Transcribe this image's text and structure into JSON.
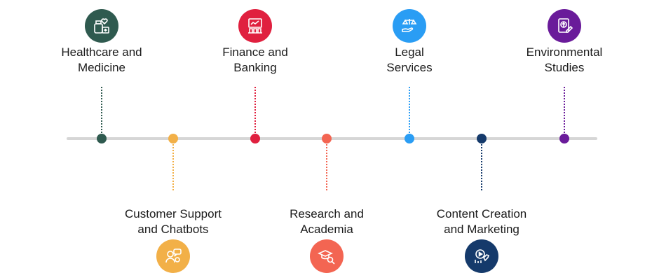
{
  "items": [
    {
      "line1": "Healthcare and",
      "line2": "Medicine",
      "color": "#2f5a4f",
      "icon": "medicine-icon"
    },
    {
      "line1": "Customer Support",
      "line2": "and Chatbots",
      "color": "#f2b048",
      "icon": "chatbot-icon"
    },
    {
      "line1": "Finance and",
      "line2": "Banking",
      "color": "#e0203f",
      "icon": "finance-icon"
    },
    {
      "line1": "Research and",
      "line2": "Academia",
      "color": "#f36552",
      "icon": "research-icon"
    },
    {
      "line1": "Legal",
      "line2": "Services",
      "color": "#2a9df4",
      "icon": "legal-scale-icon"
    },
    {
      "line1": "Content Creation",
      "line2": "and Marketing",
      "color": "#153a6b",
      "icon": "content-marketing-icon"
    },
    {
      "line1": "Environmental",
      "line2": "Studies",
      "color": "#6a1b9a",
      "icon": "environment-icon"
    }
  ]
}
